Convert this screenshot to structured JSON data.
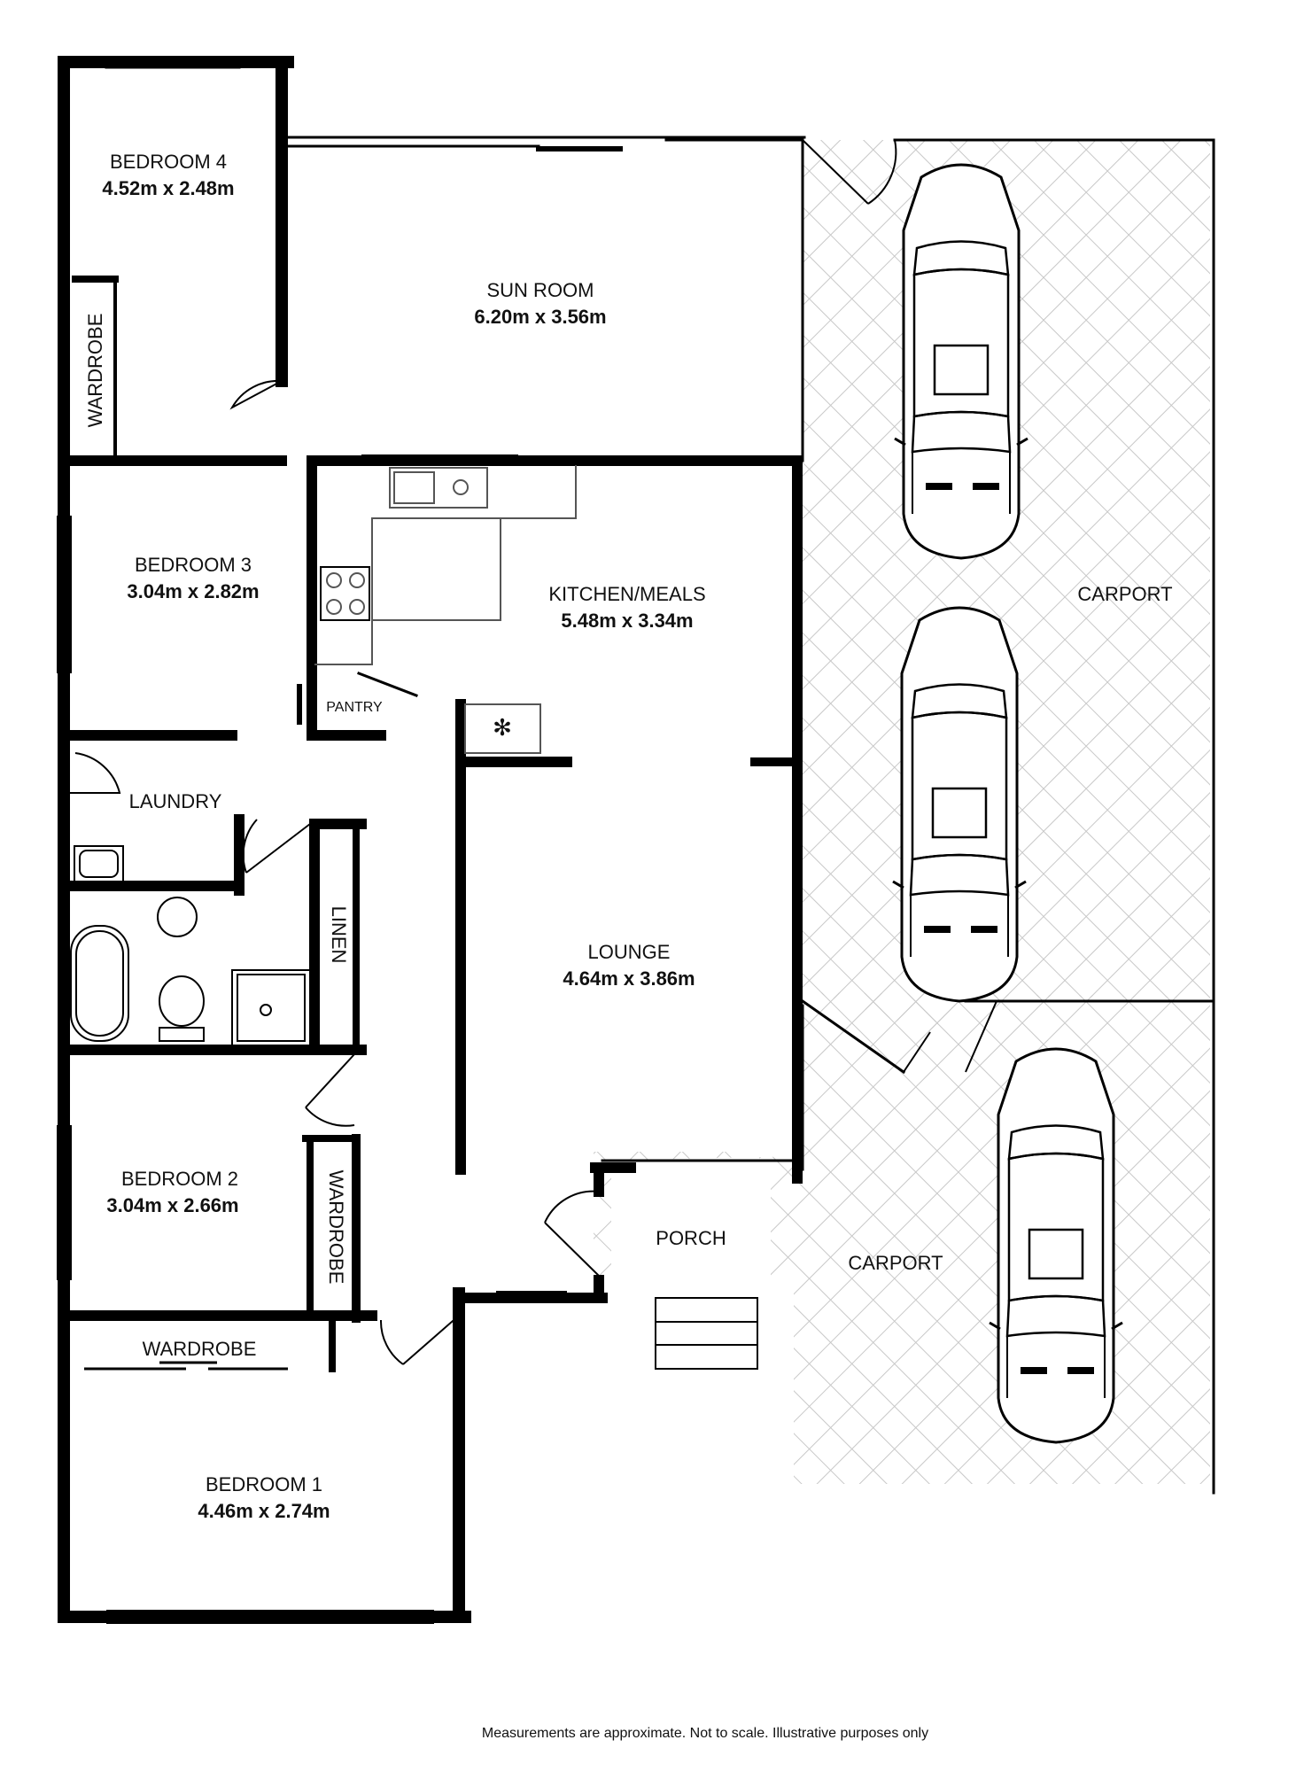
{
  "rooms": {
    "bedroom4": {
      "name": "BEDROOM 4",
      "size": "4.52m x 2.48m"
    },
    "sun_room": {
      "name": "SUN ROOM",
      "size": "6.20m x 3.56m"
    },
    "bedroom3": {
      "name": "BEDROOM 3",
      "size": "3.04m x 2.82m"
    },
    "kitchen": {
      "name": "KITCHEN/MEALS",
      "size": "5.48m x 3.34m"
    },
    "lounge": {
      "name": "LOUNGE",
      "size": "4.64m x 3.86m"
    },
    "bedroom2": {
      "name": "BEDROOM 2",
      "size": "3.04m x 2.66m"
    },
    "bedroom1": {
      "name": "BEDROOM 1",
      "size": "4.46m x 2.74m"
    }
  },
  "labels": {
    "wardrobe_b4": "WARDROBE",
    "wardrobe_b2": "WARDROBE",
    "wardrobe_b1": "WARDROBE",
    "pantry": "PANTRY",
    "laundry": "LAUNDRY",
    "linen": "LINEN",
    "porch": "PORCH",
    "carport_top": "CARPORT",
    "carport_bottom": "CARPORT"
  },
  "footer": "Measurements are approximate.  Not to scale.  Illustrative purposes only",
  "colors": {
    "wall": "#000000",
    "hatch": "#c8c8c8",
    "fixture": "#555555"
  }
}
